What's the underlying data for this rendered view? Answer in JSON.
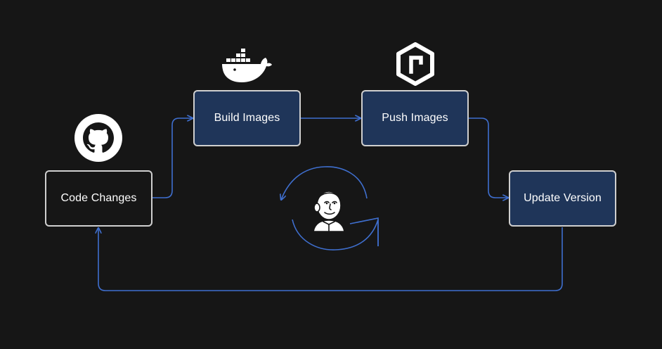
{
  "diagram": {
    "nodes": [
      {
        "id": "code-changes",
        "label": "Code Changes",
        "style": "dark"
      },
      {
        "id": "build-images",
        "label": "Build Images",
        "style": "blue"
      },
      {
        "id": "push-images",
        "label": "Push Images",
        "style": "blue"
      },
      {
        "id": "update-version",
        "label": "Update Version",
        "style": "blue"
      }
    ],
    "icons": {
      "github": "github-icon",
      "docker": "docker-icon",
      "registry": "rancher-registry-icon",
      "jenkins": "jenkins-icon"
    },
    "colors": {
      "background": "#161616",
      "node_fill_blue": "#1f3559",
      "node_border": "#cfcfcf",
      "arrow": "#3f6fcf",
      "text": "#ffffff"
    }
  }
}
